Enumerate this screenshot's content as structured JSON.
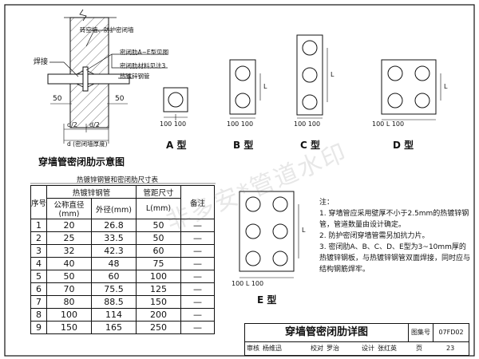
{
  "schematic": {
    "callout_wall": "砖空墙、防护密闭墙",
    "callout_rib": "密闭肋A~E型见图",
    "callout_rib_material": "密闭肋材料见注3",
    "label_weld": "焊接",
    "label_pipe": "热镀锌钢管",
    "dim_50_left": "50",
    "dim_50_right": "50",
    "dim_d2_left": "d/2",
    "dim_d2_right": "d/2",
    "dim_d_wall": "d (密闭墙厚度)",
    "title": "穿墙管密闭肋示意图"
  },
  "types": {
    "A": "A 型",
    "B": "B 型",
    "C": "C 型",
    "D": "D 型",
    "E": "E 型",
    "dim_100": "100",
    "dim_L": "L"
  },
  "table": {
    "title": "热镀锌钢管和密闭肋尺寸表",
    "col_no": "序号",
    "col_pipe": "热镀锌钢管",
    "col_dn": "公称直径(mm)",
    "col_od": "外径(mm)",
    "col_spacing": "管距尺寸",
    "col_L": "L(mm)",
    "col_note": "备注",
    "rows": [
      {
        "no": "1",
        "dn": "20",
        "od": "26.8",
        "L": "50",
        "note": "—"
      },
      {
        "no": "2",
        "dn": "25",
        "od": "33.5",
        "L": "50",
        "note": "—"
      },
      {
        "no": "3",
        "dn": "32",
        "od": "42.3",
        "L": "60",
        "note": "—"
      },
      {
        "no": "4",
        "dn": "40",
        "od": "48",
        "L": "75",
        "note": "—"
      },
      {
        "no": "5",
        "dn": "50",
        "od": "60",
        "L": "100",
        "note": "—"
      },
      {
        "no": "6",
        "dn": "70",
        "od": "75.5",
        "L": "125",
        "note": "—"
      },
      {
        "no": "7",
        "dn": "80",
        "od": "88.5",
        "L": "150",
        "note": "—"
      },
      {
        "no": "8",
        "dn": "100",
        "od": "114",
        "L": "200",
        "note": "—"
      },
      {
        "no": "9",
        "dn": "150",
        "od": "165",
        "L": "250",
        "note": "—"
      }
    ]
  },
  "notes": {
    "heading": "注：",
    "items": [
      "1. 穿墙管应采用壁厚不小于2.5mm的热镀锌钢管，管道数量由设计确定。",
      "2. 防护密闭穿墙管需另加抗力片。",
      "3. 密闭肋A、B、C、D、E型为3~10mm厚的热镀锌钢板，与热镀锌钢管双面焊接，同时应与结构钢筋焊牢。"
    ]
  },
  "watermark": "非多安*管道水印",
  "title_block": {
    "drawing_title": "穿墙管密闭肋详图",
    "atlas_no_label": "图集号",
    "atlas_no": "07FD02",
    "review_label": "审核",
    "review_name": "杨维迅",
    "check_label": "校对",
    "check_name": "罗治",
    "design_label": "设计",
    "design_name": "张红英",
    "page_label": "页",
    "page_no": "23"
  }
}
